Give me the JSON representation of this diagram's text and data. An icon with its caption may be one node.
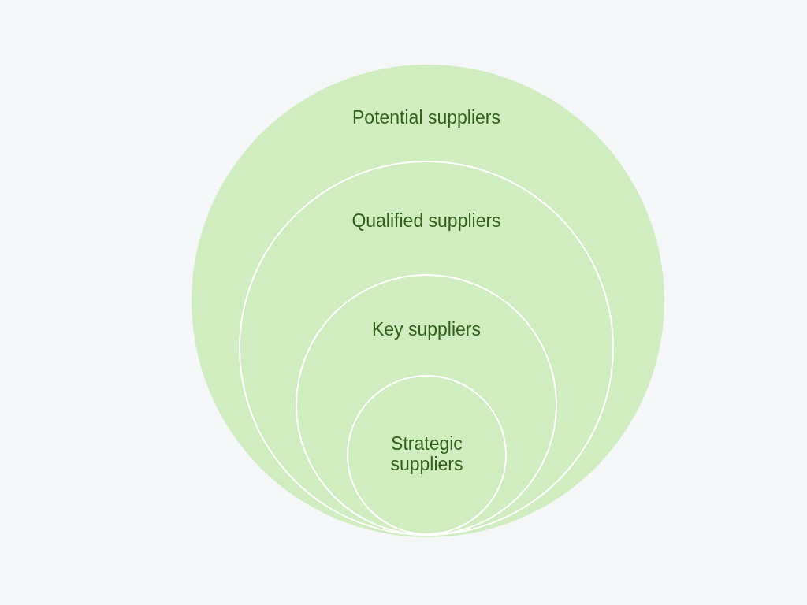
{
  "diagram": {
    "nodes": [
      {
        "text": [
          "Potential suppliers"
        ]
      },
      {
        "text": [
          "Qualified suppliers"
        ],
        "in": 0
      },
      {
        "text": [
          "Key suppliers"
        ],
        "in": 1
      },
      {
        "text": [
          "Strategic suppliers"
        ],
        "in": 2
      }
    ]
  }
}
